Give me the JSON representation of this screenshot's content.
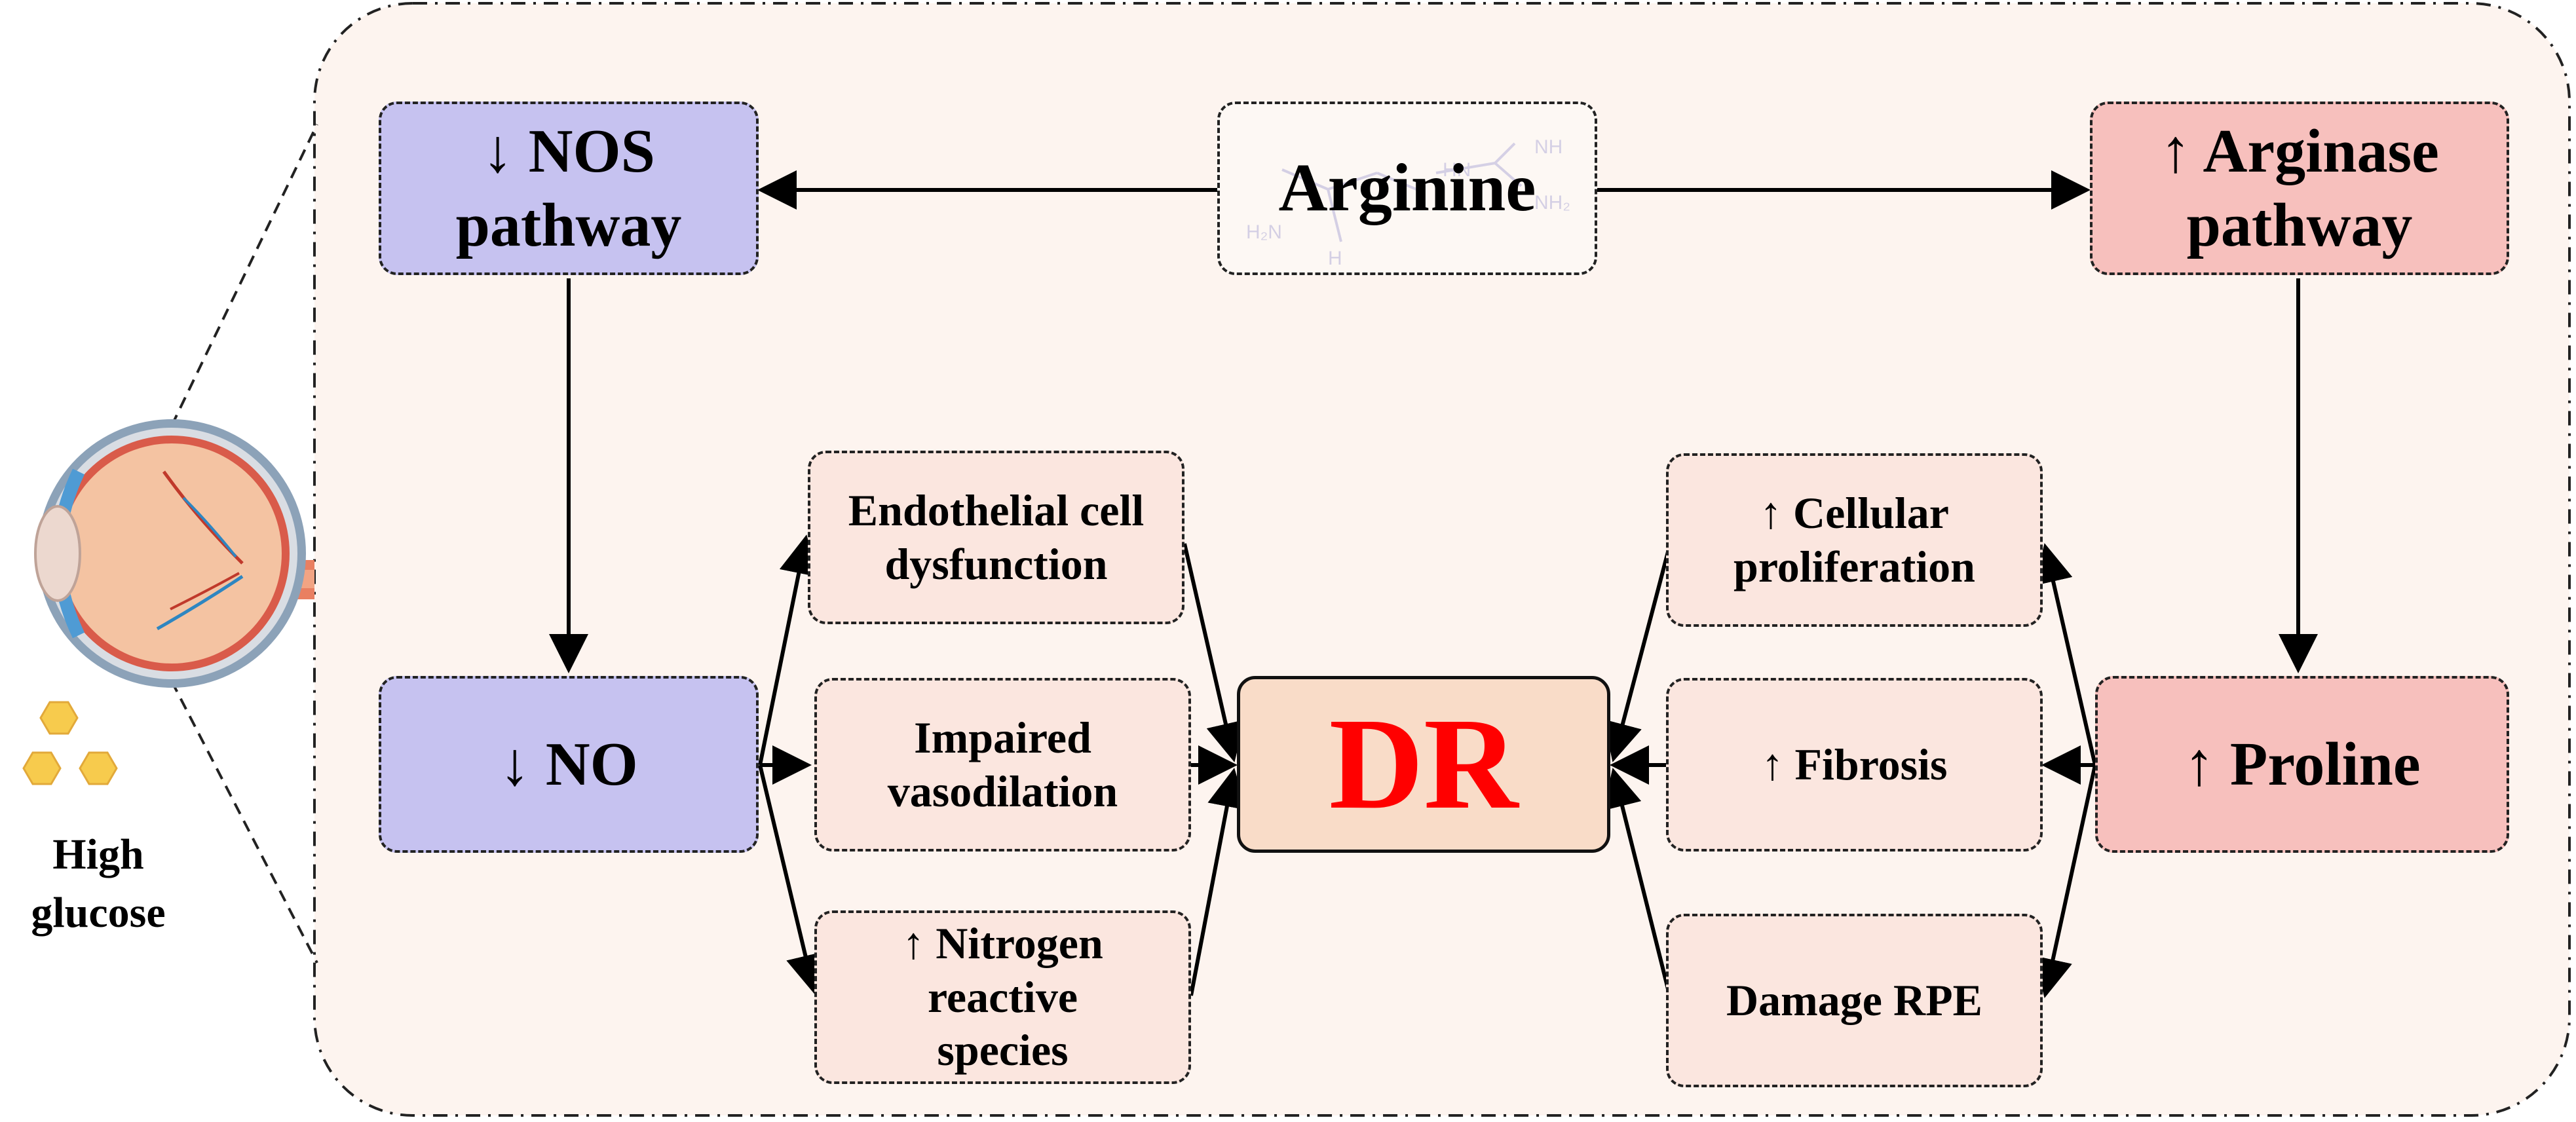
{
  "diagram": {
    "arginine": "Arginine",
    "nos_pathway": "↓ NOS pathway",
    "arginase_pathway": "↑ Arginase pathway",
    "no": "↓ NO",
    "proline": "↑ Proline",
    "dr": "DR",
    "endothelial": "Endothelial cell dysfunction",
    "vasodilation": "Impaired vasodilation",
    "nitrogen": "↑ Nitrogen reactive species",
    "proliferation": "↑ Cellular proliferation",
    "fibrosis": "↑ Fibrosis",
    "rpe": "Damage RPE",
    "high_glucose": "High glucose",
    "molecule_labels": {
      "nh": "NH",
      "hn": "HN",
      "h2n": "H₂N",
      "nh2": "NH₂",
      "h": "H"
    }
  },
  "colors": {
    "nos_box": "#c6c2f0",
    "arginase_box": "#f7c0bd",
    "effect_box": "#fbe6df",
    "dr_text": "#ff0000",
    "panel": "#fdf4ef",
    "glucose": "#f7cb4d"
  }
}
